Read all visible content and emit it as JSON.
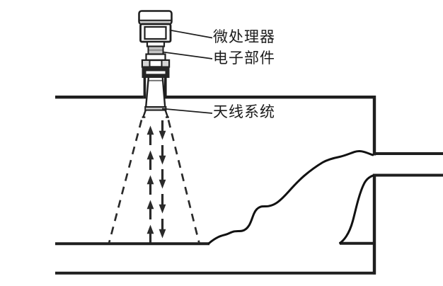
{
  "figure": {
    "type": "radar-level-transmitter-on-vessel-diagram",
    "labels": [
      {
        "id": "microprocessor",
        "text": "微处理器"
      },
      {
        "id": "electronic-components",
        "text": "电子部件"
      },
      {
        "id": "antenna-system",
        "text": "天线系统"
      }
    ],
    "colors": {
      "line": "#1f1f1f",
      "background": "#ffffff",
      "shade_gray": "#c4c4c4",
      "flange_fill": "#262626"
    }
  }
}
